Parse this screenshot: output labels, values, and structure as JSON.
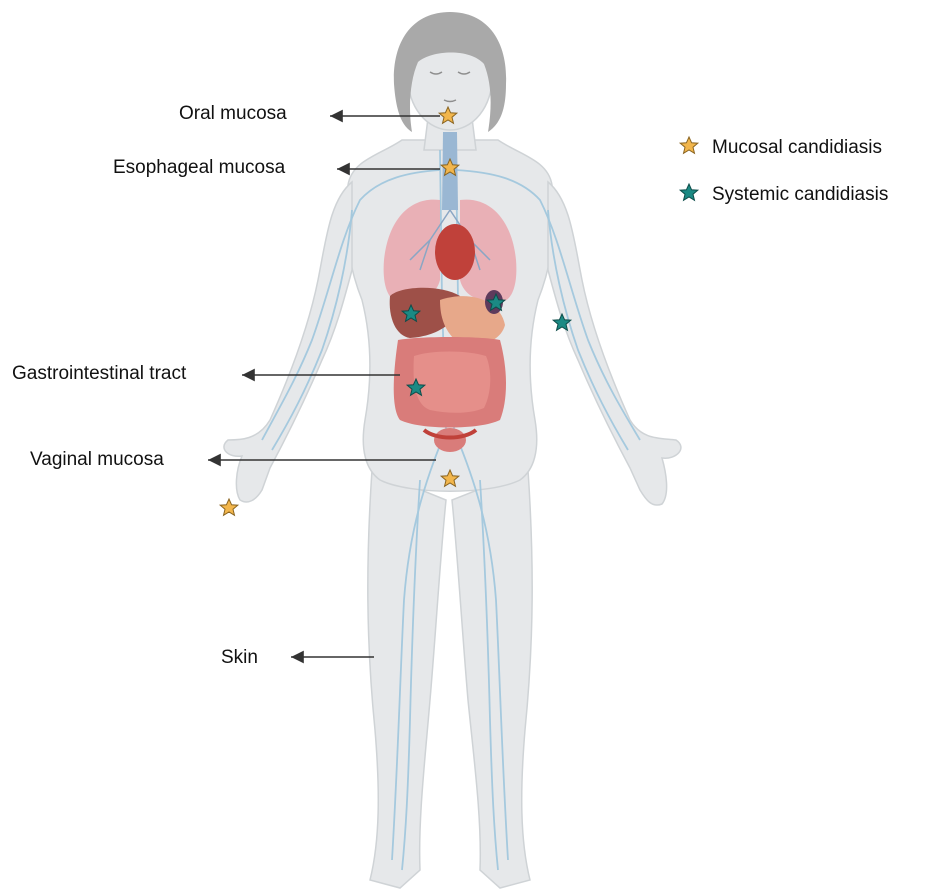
{
  "labels": {
    "oral": "Oral mucosa",
    "esophageal": "Esophageal mucosa",
    "gastrointestinal": "Gastrointestinal tract",
    "vaginal": "Vaginal mucosa",
    "skin": "Skin"
  },
  "legend": {
    "mucosal": "Mucosal candidiasis",
    "systemic": "Systemic candidiasis"
  },
  "colors": {
    "mucosal_star": "#f2b64c",
    "systemic_star": "#1b8a84",
    "body_fill": "#e6e8ea",
    "vessel": "#9fc6dd",
    "hair": "#a9a9a9",
    "lung": "#e9a6ad",
    "intestine": "#d97c7a",
    "liver": "#9e5048",
    "arrow": "#333333"
  },
  "icons": {
    "mucosal_marker": "star-icon",
    "systemic_marker": "star-icon"
  }
}
